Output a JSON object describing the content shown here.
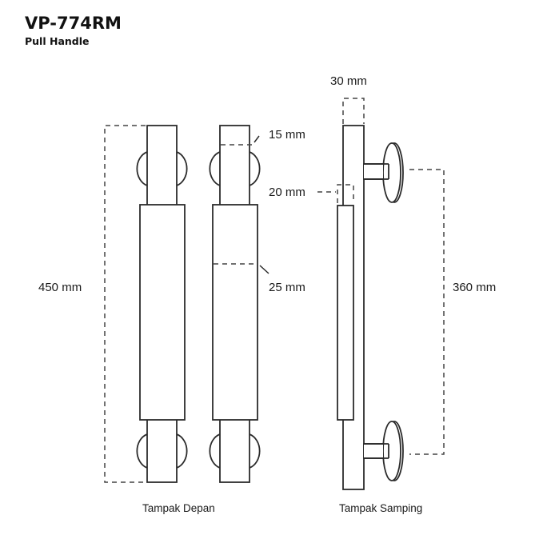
{
  "header": {
    "model": "VP-774RM",
    "product_type": "Pull Handle"
  },
  "dimensions": {
    "overall_length": "450 mm",
    "center_to_center": "360 mm",
    "depth": "30 mm",
    "rod_diameter": "15 mm",
    "grip_offset": "20 mm",
    "grip_diameter": "25 mm"
  },
  "views": {
    "front": "Tampak Depan",
    "side": "Tampak Samping"
  },
  "colors": {
    "line": "#2b2b2b",
    "background": "#ffffff",
    "text": "#1a1a1a"
  }
}
